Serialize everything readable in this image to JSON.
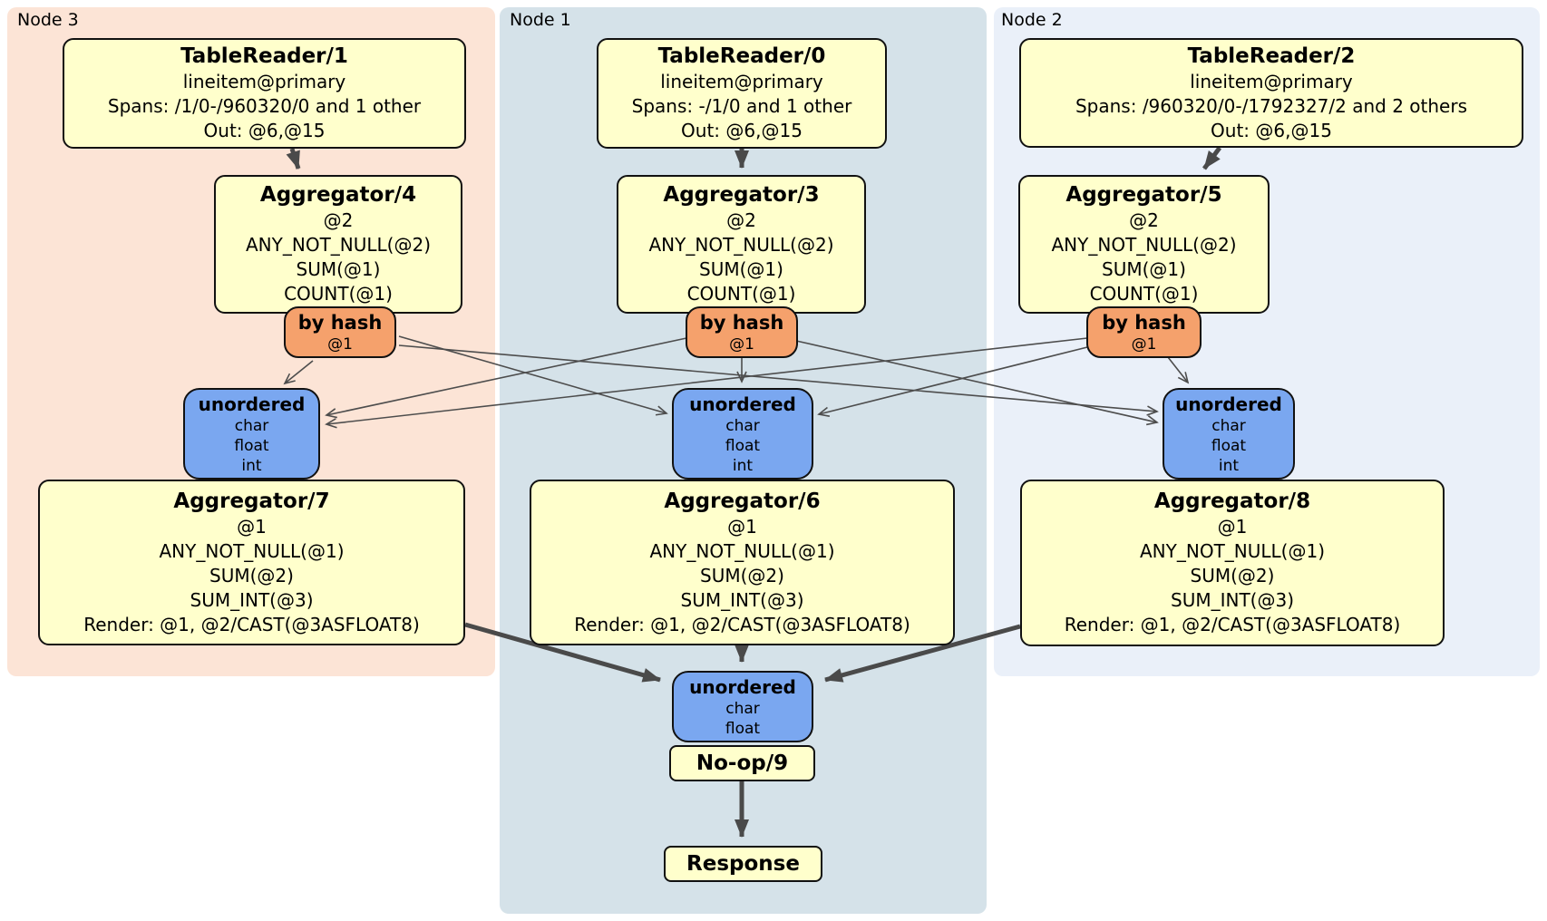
{
  "colors": {
    "processor_box": "#ffffcc",
    "router_box": "#f5a16c",
    "sync_box": "#7aa7f0",
    "node3_background": "#fce4d6",
    "node1_background": "#d5e2e9",
    "node2_background": "#eaf0f9",
    "edge": "#4a4a4a",
    "box_border": "#111111"
  },
  "nodes": [
    {
      "label": "Node 3",
      "table_reader": {
        "title": "TableReader/1",
        "lines": [
          "lineitem@primary",
          "Spans: /1/0-/960320/0 and 1 other",
          "Out: @6,@15"
        ]
      },
      "aggregator": {
        "title": "Aggregator/4",
        "lines": [
          "@2",
          "ANY_NOT_NULL(@2)",
          "SUM(@1)",
          "COUNT(@1)"
        ]
      },
      "router": {
        "title": "by hash",
        "line": "@1"
      },
      "sync": {
        "title": "unordered",
        "lines": [
          "char",
          "float",
          "int"
        ]
      },
      "aggregator2": {
        "title": "Aggregator/7",
        "lines": [
          "@1",
          "ANY_NOT_NULL(@1)",
          "SUM(@2)",
          "SUM_INT(@3)",
          "Render: @1, @2/CAST(@3ASFLOAT8)"
        ]
      }
    },
    {
      "label": "Node 1",
      "table_reader": {
        "title": "TableReader/0",
        "lines": [
          "lineitem@primary",
          "Spans: -/1/0 and 1 other",
          "Out: @6,@15"
        ]
      },
      "aggregator": {
        "title": "Aggregator/3",
        "lines": [
          "@2",
          "ANY_NOT_NULL(@2)",
          "SUM(@1)",
          "COUNT(@1)"
        ]
      },
      "router": {
        "title": "by hash",
        "line": "@1"
      },
      "sync": {
        "title": "unordered",
        "lines": [
          "char",
          "float",
          "int"
        ]
      },
      "aggregator2": {
        "title": "Aggregator/6",
        "lines": [
          "@1",
          "ANY_NOT_NULL(@1)",
          "SUM(@2)",
          "SUM_INT(@3)",
          "Render: @1, @2/CAST(@3ASFLOAT8)"
        ]
      }
    },
    {
      "label": "Node 2",
      "table_reader": {
        "title": "TableReader/2",
        "lines": [
          "lineitem@primary",
          "Spans: /960320/0-/1792327/2 and 2 others",
          "Out: @6,@15"
        ]
      },
      "aggregator": {
        "title": "Aggregator/5",
        "lines": [
          "@2",
          "ANY_NOT_NULL(@2)",
          "SUM(@1)",
          "COUNT(@1)"
        ]
      },
      "router": {
        "title": "by hash",
        "line": "@1"
      },
      "sync": {
        "title": "unordered",
        "lines": [
          "char",
          "float",
          "int"
        ]
      },
      "aggregator2": {
        "title": "Aggregator/8",
        "lines": [
          "@1",
          "ANY_NOT_NULL(@1)",
          "SUM(@2)",
          "SUM_INT(@3)",
          "Render: @1, @2/CAST(@3ASFLOAT8)"
        ]
      }
    }
  ],
  "final_stage": {
    "sync": {
      "title": "unordered",
      "lines": [
        "char",
        "float"
      ]
    },
    "noop": {
      "title": "No-op/9"
    },
    "response": {
      "title": "Response"
    }
  }
}
